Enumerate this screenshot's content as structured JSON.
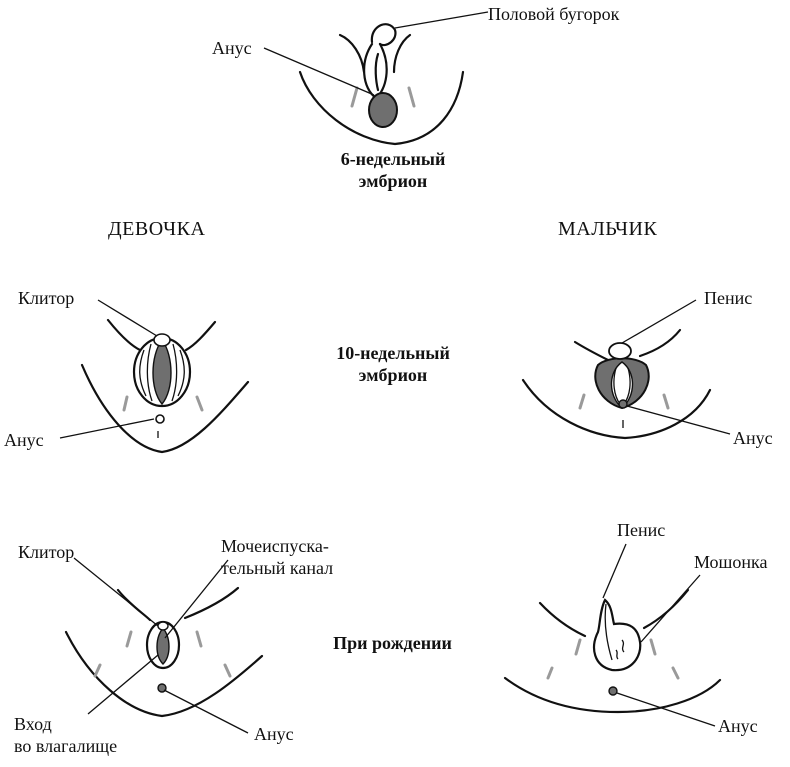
{
  "stages": {
    "week6": "6-недельный\nэмбрион",
    "week10": "10-недельный\nэмбрион",
    "birth": "При рождении"
  },
  "sex": {
    "girl": "ДЕВОЧКА",
    "boy": "МАЛЬЧИК"
  },
  "labels": {
    "genital_tubercle": "Половой бугорок",
    "anus_6w": "Анус",
    "clitoris_10w": "Клитор",
    "anus_girl_10w": "Анус",
    "penis_10w": "Пенис",
    "anus_boy_10w": "Анус",
    "clitoris_birth": "Клитор",
    "urethra_birth": "Мочеиспуска-\nтельный канал",
    "vagina_entrance": "Вход\nво влагалище",
    "anus_girl_birth": "Анус",
    "penis_birth": "Пенис",
    "scrotum": "Мошонка",
    "anus_boy_birth": "Анус"
  },
  "colors": {
    "ink": "#111111",
    "dark_fill": "#6f6f6f",
    "grey_mark": "#9a9a9a"
  }
}
